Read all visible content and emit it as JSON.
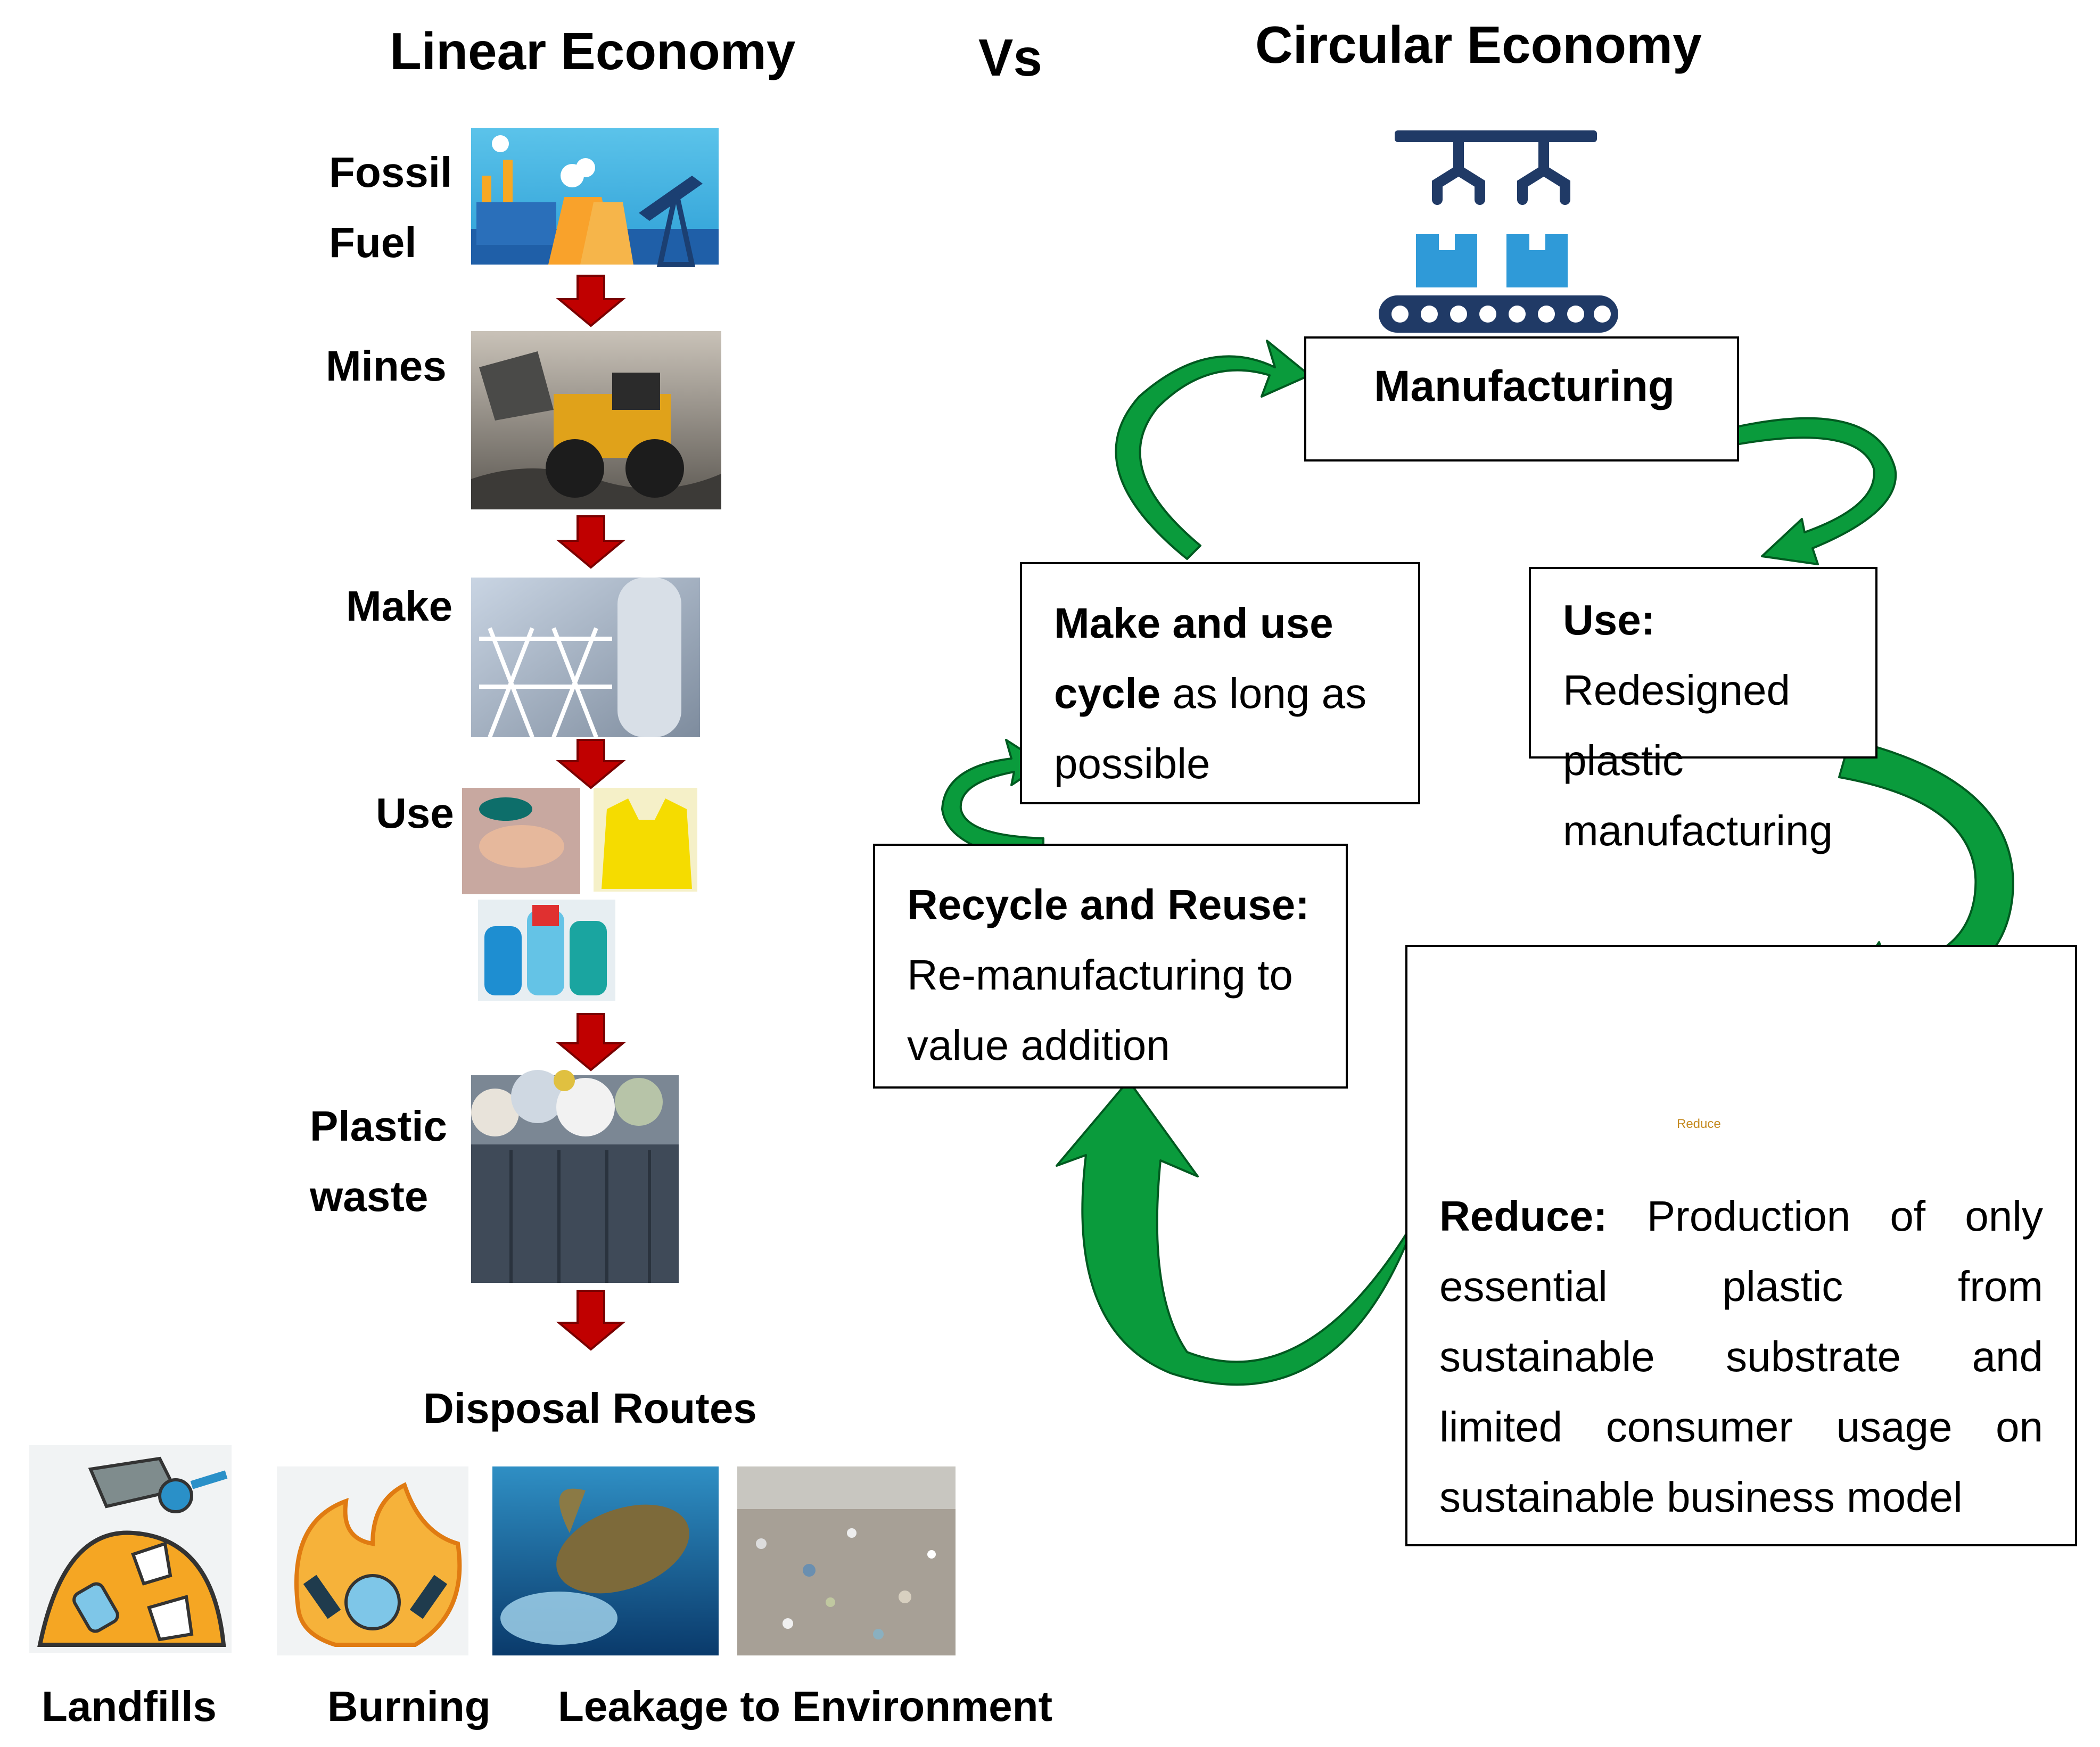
{
  "headings": {
    "linear": "Linear Economy",
    "vs": "Vs",
    "circular": "Circular Economy"
  },
  "linear": {
    "stages": [
      {
        "label_lines": [
          "Fossil",
          "Fuel"
        ],
        "image": "power-plant-and-oil-pump-photo"
      },
      {
        "label_lines": [
          "Mines"
        ],
        "image": "mining-loader-photo"
      },
      {
        "label_lines": [
          "Make"
        ],
        "image": "industrial-plant-photo"
      },
      {
        "label_lines": [
          "Use"
        ],
        "image": "plastic-products-photos"
      },
      {
        "label_lines": [
          "Plastic",
          "waste"
        ],
        "image": "overflowing-bin-photo"
      }
    ],
    "disposal_title": "Disposal Routes",
    "disposal_routes": [
      {
        "label": "Landfills",
        "icon": "landfill-icon"
      },
      {
        "label": "Burning",
        "icon": "burning-icon"
      },
      {
        "label": "Leakage to Environment",
        "icons": [
          "sea-turtle-plastic-photo",
          "littered-beach-photo"
        ]
      }
    ],
    "arrow_color": "#c00000"
  },
  "circular": {
    "manufacturing": {
      "label": "Manufacturing",
      "icon": "factory-conveyor-icon"
    },
    "use": {
      "bold": "Use:",
      "text": "Redesigned plastic manufacturing"
    },
    "reduce": {
      "bold": "Reduce:",
      "text": "Production of only essential plastic from sustainable substrate and limited consumer usage on sustainable business model",
      "icon_caption": "Reduce"
    },
    "recycle": {
      "bold": "Recycle and Reuse:",
      "text": "Re-manufacturing to value addition"
    },
    "make_use": {
      "bold": "Make and use cycle",
      "text": "as long as possible"
    },
    "arrow_color": "#0a9b3c",
    "arrow_outline": "#005a20"
  }
}
